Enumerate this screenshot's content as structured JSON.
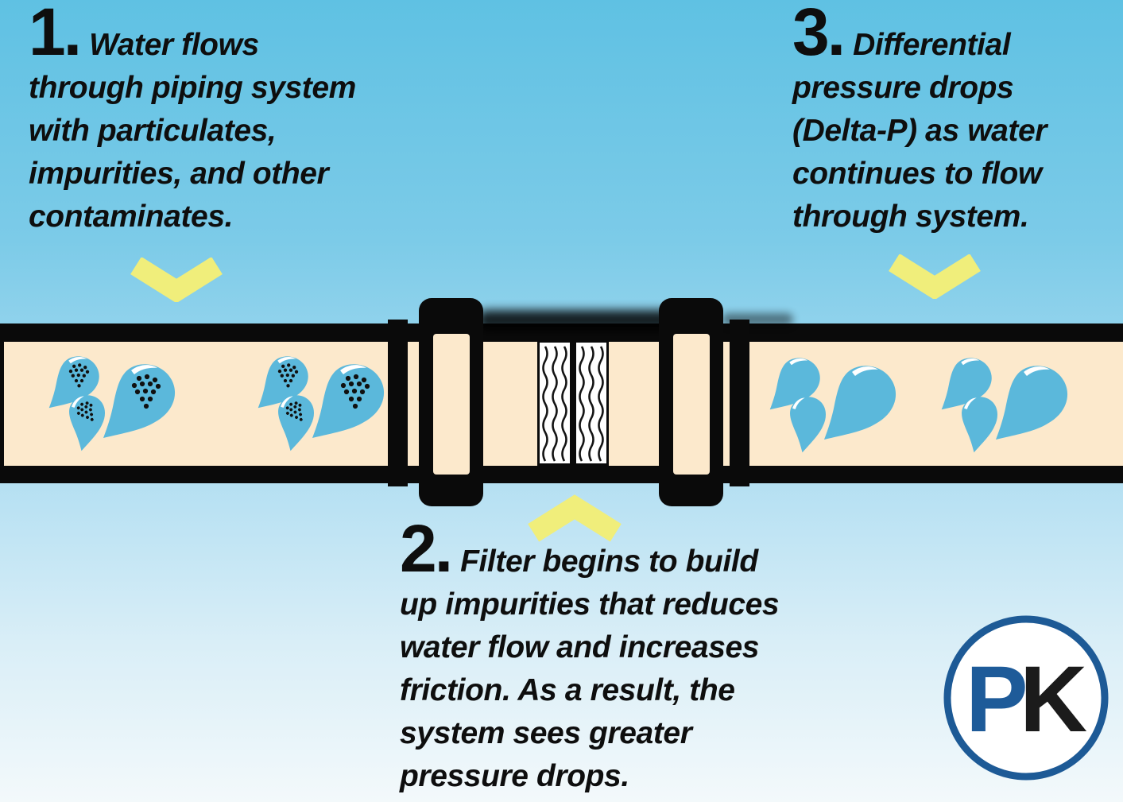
{
  "title": "Water filter differential pressure infographic",
  "colors": {
    "sky-top": "#5fc1e3",
    "sky-mid": "#abdcf1",
    "sky-bottom": "#f3f9fb",
    "pipe-fill": "#fce9cc",
    "pipe-line": "#0a0a0a",
    "drop-blue": "#5bb8db",
    "chevron-yellow": "#f0ee7b",
    "text": "#0e0e0e",
    "logo-blue": "#1e5b99",
    "logo-black": "#1b1b1b",
    "logo-ring": "#1d5a96"
  },
  "steps": [
    {
      "number": "1.",
      "lines": [
        "Water flows",
        "through piping system",
        "with particulates,",
        "impurities, and other",
        "contaminates."
      ]
    },
    {
      "number": "2.",
      "lines": [
        "Filter begins to build",
        "up impurities that reduces",
        "water flow and increases",
        "friction. As a result, the",
        "system sees greater",
        "pressure drops."
      ]
    },
    {
      "number": "3.",
      "lines": [
        "Differential",
        "pressure drops",
        "(Delta-P) as water",
        "continues to flow",
        "through system."
      ]
    }
  ],
  "logo": {
    "p": "P",
    "k": "K"
  }
}
